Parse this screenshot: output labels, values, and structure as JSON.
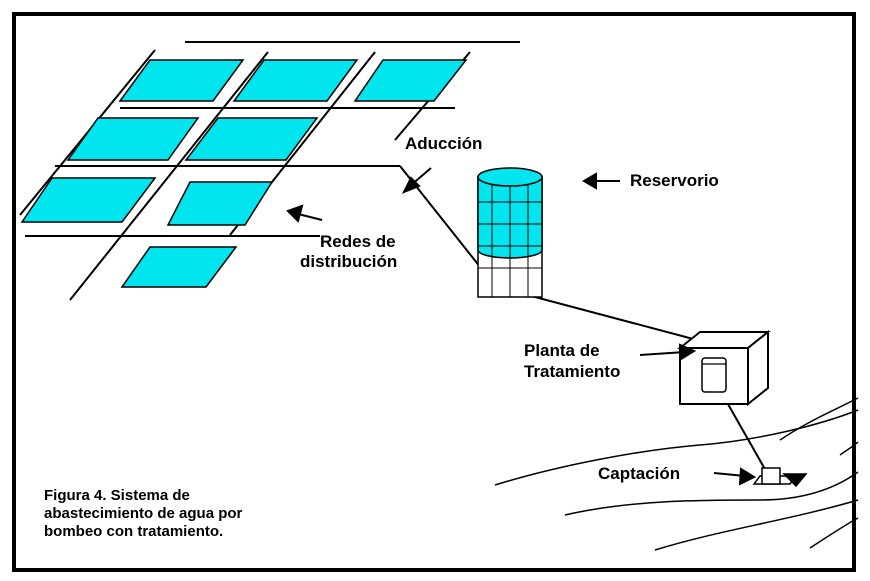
{
  "labels": {
    "aduccion": "Aducción",
    "reservorio": "Reservorio",
    "redes_line1": "Redes de",
    "redes_line2": "distribución",
    "planta_line1": "Planta de",
    "planta_line2": "Tratamiento",
    "captacion": "Captación"
  },
  "caption": {
    "line1": "Figura 4. Sistema de",
    "line2": "abastecimiento de agua por",
    "line3": "bombeo con tratamiento."
  },
  "colors": {
    "block_fill": "#00e5ee",
    "line": "#000000",
    "background": "#ffffff"
  }
}
